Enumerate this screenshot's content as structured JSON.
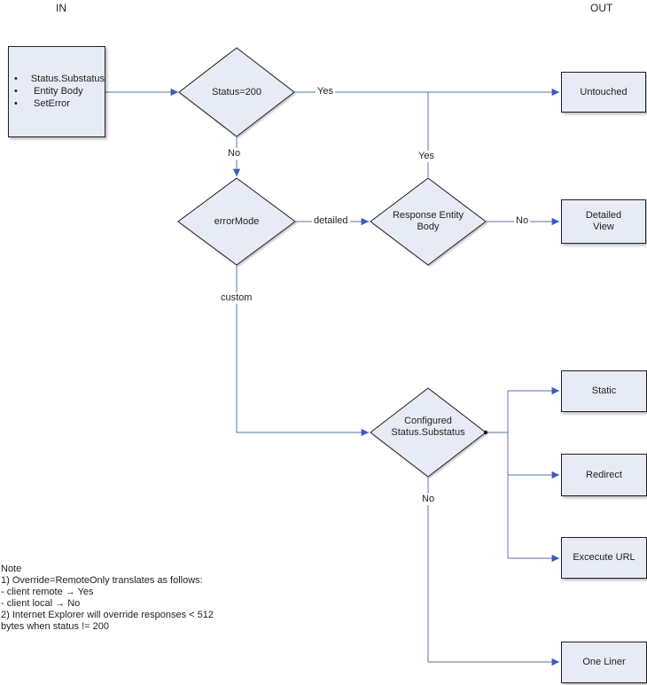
{
  "labels": {
    "in": "IN",
    "out": "OUT"
  },
  "input_box": {
    "items": [
      "Status.Substatus",
      "Entity Body",
      "SetError"
    ]
  },
  "decisions": {
    "status": "Status=200",
    "error_mode": "errorMode",
    "response_entity_body": "Response Entity Body",
    "configured_status": "Configured Status.Substatus"
  },
  "outputs": {
    "untouched": "Untouched",
    "detailed_view": "Detailed View",
    "static": "Static",
    "redirect": "Redirect",
    "execute_url": "Excecute URL",
    "one_liner": "One Liner"
  },
  "edge_labels": {
    "status_yes": "Yes",
    "status_no": "No",
    "reb_yes": "Yes",
    "reb_no": "No",
    "detailed": "detailed",
    "custom": "custom",
    "configured_no": "No"
  },
  "note": {
    "lines": [
      "Note",
      "1) Override=RemoteOnly translates as follows:",
      "- client remote → Yes",
      "- client local → No",
      "2) Internet Explorer will override responses < 512",
      "bytes when status != 200"
    ]
  },
  "colors": {
    "shape_fill": "#E7EBF5",
    "shape_border": "#1F1F1F",
    "connector": "#7B8DB0",
    "arrowhead": "#3A5BC0",
    "text": "#222222"
  }
}
